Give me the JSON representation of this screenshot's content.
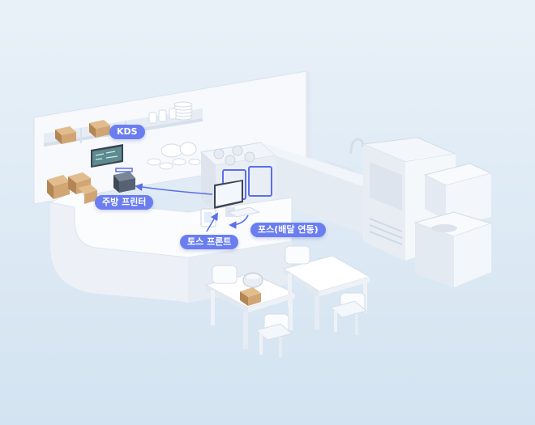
{
  "colors": {
    "background_top": "#e9f1f8",
    "background_bottom": "#d3e3f1",
    "furniture": "#f7f9fc",
    "furniture_shade": "#e1e8f1",
    "furniture_edge": "#ccd6e3",
    "box": "#d1a674",
    "box_dark": "#b38654",
    "accent": "#6b7ef0",
    "callout_text": "#ffffff"
  },
  "labels": {
    "kds": "KDS",
    "kitchen_printer": "주방 프린터",
    "toss_front": "토스 프론트",
    "pos_delivery": "포스(배달 연동)"
  },
  "icons": [
    "kds-monitor-icon",
    "kitchen-printer-icon",
    "pos-terminal-icon",
    "toss-front-device-icon",
    "delivery-box-icon"
  ]
}
